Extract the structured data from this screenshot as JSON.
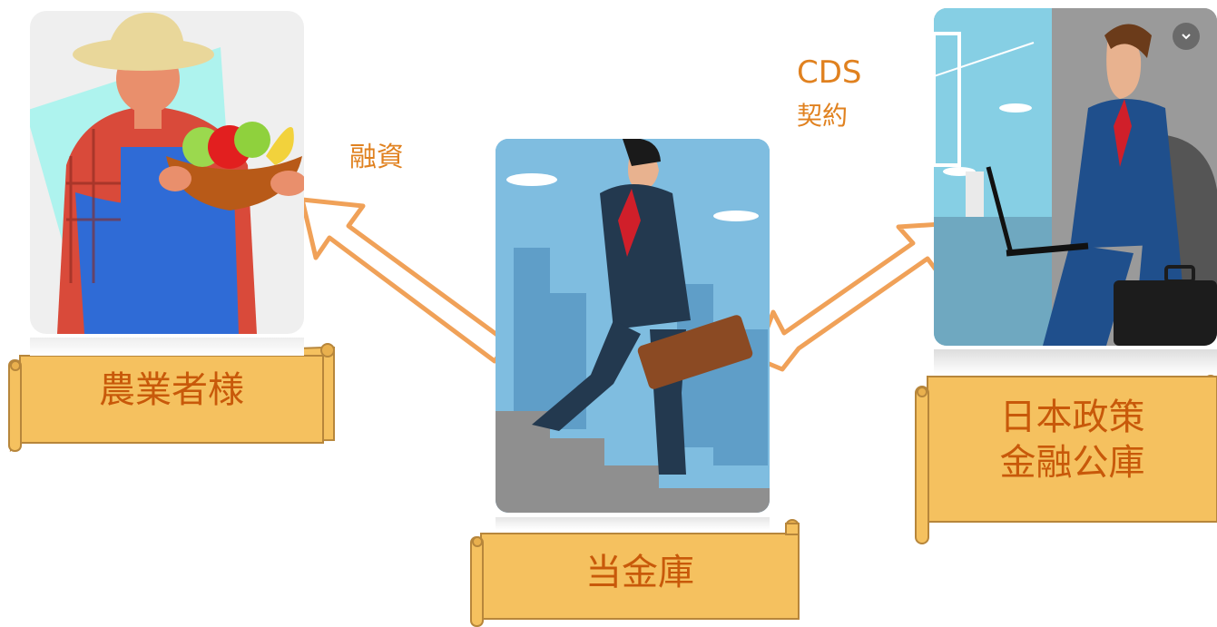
{
  "nodes": {
    "farmer": {
      "label": "農業者様"
    },
    "bank": {
      "label": "当金庫"
    },
    "jfc": {
      "label_line1": "日本政策",
      "label_line2": "金融公庫"
    }
  },
  "edges": {
    "loan": {
      "label": "融資"
    },
    "cds": {
      "label_line1": "CDS",
      "label_line2": "契約"
    }
  },
  "colors": {
    "arrow_stroke": "#f0a158",
    "label_text": "#e0811f",
    "scroll_fill": "#f5c15f",
    "scroll_stroke": "#b7863b",
    "scroll_text": "#c8590a"
  },
  "icons": {
    "expand": "chevron-down-icon"
  }
}
